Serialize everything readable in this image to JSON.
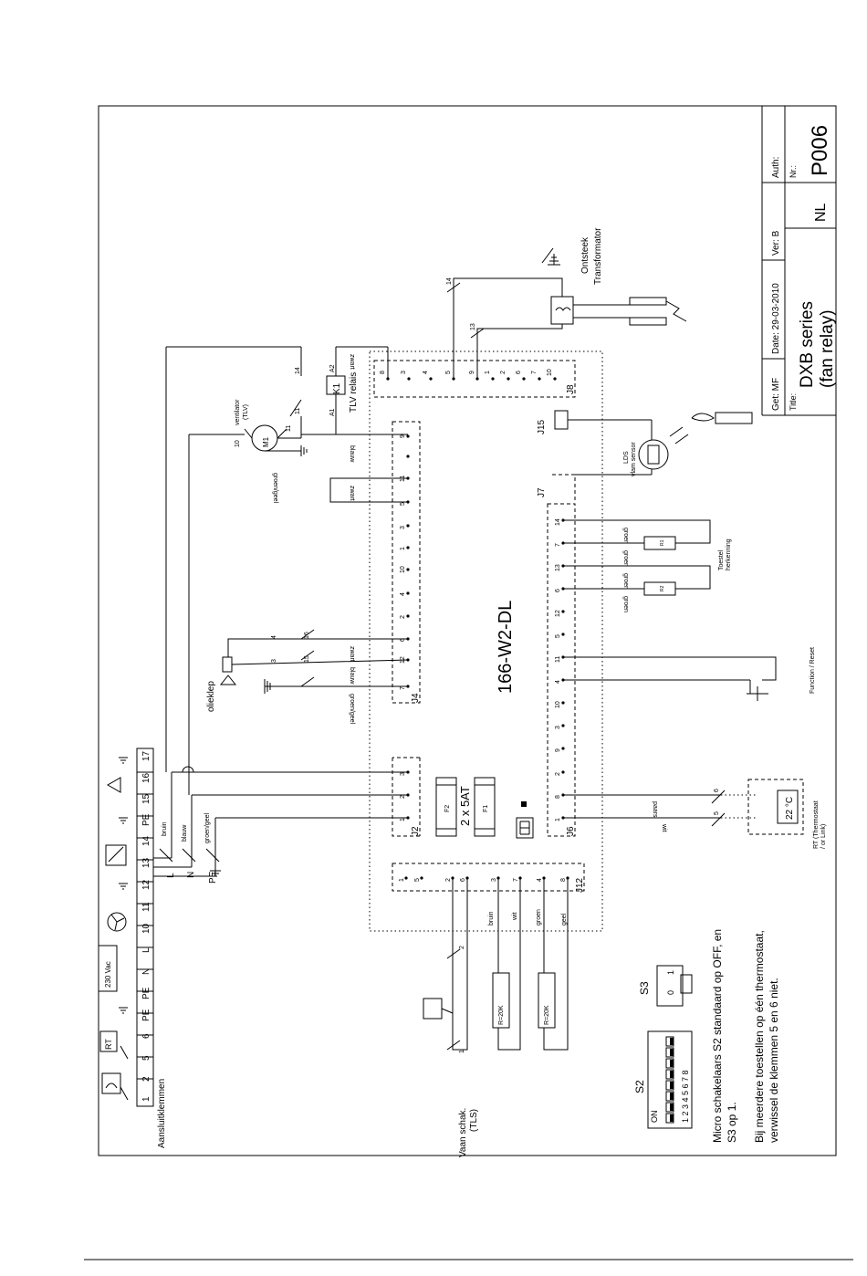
{
  "title_block": {
    "get": "Get: MF",
    "date": "Date: 29-03-2010",
    "ver": "Ver: B",
    "auth": "Auth:",
    "title_label": "Title:",
    "title_line1": "DXB series",
    "title_line2": "(fan relay)",
    "lang": "NL",
    "nr_label": "Nr.:",
    "nr": "P006"
  },
  "board": {
    "name": "166-W2-DL",
    "fuse": "2 x 5AT",
    "fuse1": "F1",
    "fuse2": "F2",
    "display": "8."
  },
  "terminals": {
    "caption": "Aansluitklemmen",
    "voltage": "230 Vac",
    "numbers": [
      "1",
      "2",
      "5",
      "6",
      "PE",
      "PE",
      "N",
      "L",
      "10",
      "11",
      "12",
      "13",
      "14",
      "PE",
      "15",
      "16",
      "17"
    ],
    "l_label": "L",
    "n_label": "N",
    "pe_label": "PE",
    "rt_label": "RT"
  },
  "connectors": {
    "j2": {
      "label": "J2",
      "pins": [
        "1",
        "2",
        "3"
      ]
    },
    "j4": {
      "label": "J4",
      "pins": [
        "7",
        "12",
        "6",
        "2",
        "4",
        "10",
        "1",
        "3",
        "5",
        "11",
        "9"
      ]
    },
    "j8": {
      "label": "J8",
      "pins": [
        "8",
        "3",
        "4",
        "5",
        "9",
        "1",
        "2",
        "6",
        "7",
        "10"
      ]
    },
    "j6": {
      "label": "J6",
      "pins": [
        "1",
        "8",
        "2",
        "9",
        "3",
        "10",
        "4",
        "11",
        "5",
        "12",
        "6",
        "13",
        "7",
        "14"
      ]
    },
    "j12": {
      "label": "J12",
      "pins": [
        "1",
        "5",
        "2",
        "6",
        "3",
        "7",
        "4",
        "8"
      ]
    },
    "j7": "J7",
    "j15": "J15"
  },
  "wires": {
    "bruin": "bruin",
    "blauw": "blauw",
    "groen_geel": "groen/geel",
    "zwart": "zwart",
    "paars": "paars",
    "wit": "wit",
    "groen": "groen",
    "geel": "geel"
  },
  "components": {
    "ventilator": "ventilator",
    "tlv": "(TLV)",
    "motor": "M1",
    "relay": "K1",
    "relay_label": "TLV relais",
    "a1": "A1",
    "a2": "A2",
    "olieklep": "olieklep",
    "ontsteek1": "Ontsteek",
    "ontsteek2": "Transformator",
    "lds1": "LDS",
    "lds2": "vlam sensor",
    "toestel1": "Toestel",
    "toestel2": "herkenning",
    "r1": "R1",
    "r2": "R2",
    "function_reset": "Function / Reset",
    "rt_thermo1": "RT (Thermostaat",
    "rt_thermo2": "/ or Link)",
    "temp": "22 °C",
    "vaan1": "Vaan schak.",
    "vaan2": "(TLS)",
    "r20k": "R=20K",
    "s2": "S2",
    "s3": "S3",
    "on": "ON",
    "dip_numbers": "1 2 3 4 5 6 7 8",
    "s3_0": "0",
    "s3_1": "1",
    "wire_num_4": "4",
    "wire_num_3": "3",
    "wire_num_16": "16",
    "wire_num_15": "15",
    "wire_num_10": "10",
    "wire_num_11": "11",
    "wire_num_14": "14",
    "wire_num_13": "13",
    "wire_num_6": "6",
    "wire_num_5": "5",
    "wire_num_1": "1",
    "wire_num_2": "2"
  },
  "notes": {
    "line1": "Micro schakelaars S2 standaard op OFF, en",
    "line2": "S3 op 1.",
    "line3": "Bij meerdere toestellen op één thermostaat,",
    "line4": "verwissel de klemmen 5 en 6 niet."
  }
}
